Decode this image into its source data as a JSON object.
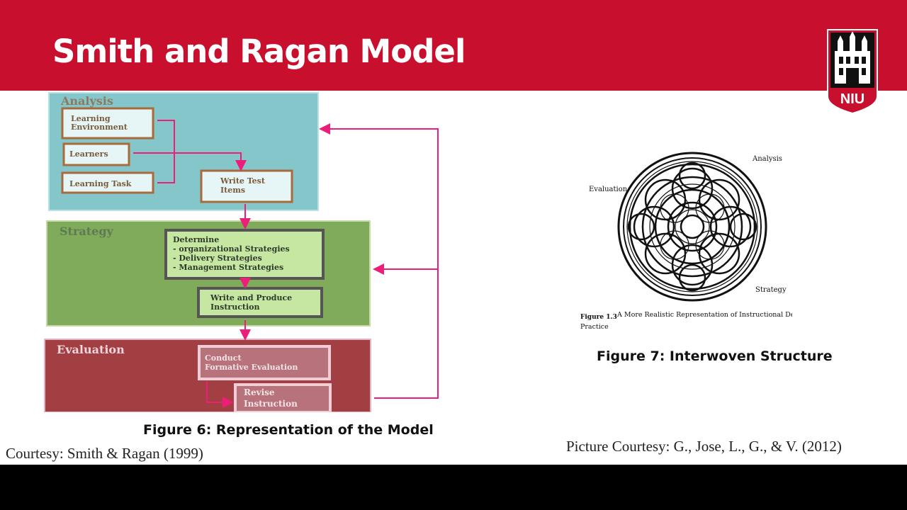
{
  "slide": {
    "title": "Smith and Ragan Model",
    "header_color": "#c8102e",
    "logo": {
      "icon": "niu-tower-shield",
      "label": "NIU"
    }
  },
  "figure6": {
    "caption": "Figure 6: Representation of the Model",
    "credit": "Courtesy: Smith & Ragan (1999)",
    "analysis": {
      "label": "Analysis",
      "color": "#84c6ca",
      "boxes": {
        "env_line1": "Learning",
        "env_line2": "Environment",
        "learners": "Learners",
        "task": "Learning Task",
        "test_line1": "Write Test",
        "test_line2": "Items"
      }
    },
    "strategy": {
      "label": "Strategy",
      "color": "#7fab5a",
      "boxes": {
        "determine": "Determine",
        "org": "- organizational Strategies",
        "delivery": "- Delivery Strategies",
        "management": "- Management Strategies",
        "write_line1": "Write and Produce",
        "write_line2": "Instruction"
      }
    },
    "evaluation": {
      "label": "Evaluation",
      "color": "#a23f42",
      "boxes": {
        "conduct_line1": "Conduct",
        "conduct_line2": "Formative Evaluation",
        "revise_line1": "Revise",
        "revise_line2": "Instruction"
      }
    },
    "arrow_color": "#ec1e79"
  },
  "figure7": {
    "caption": "Figure 7: Interwoven Structure",
    "credit": "Picture Courtesy: G., Jose, L., G., & V. (2012)",
    "labels": {
      "analysis": "Analysis",
      "evaluation": "Evaluation",
      "strategy": "Strategy"
    },
    "figure_number": "Figure 1.3",
    "figure_title": "A More Realistic Representation of Instructional Design",
    "figure_title_cont": "Practice"
  }
}
